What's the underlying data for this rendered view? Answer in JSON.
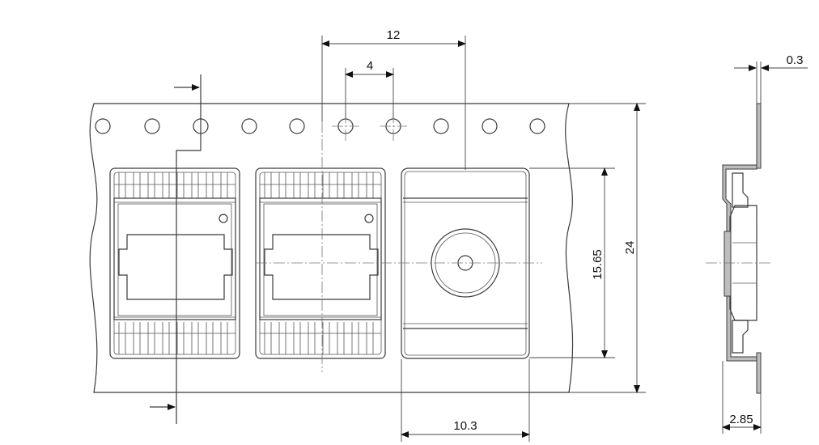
{
  "dimensions": {
    "pitch": "12",
    "hole_pitch": "4",
    "thickness": "0.3",
    "width": "24",
    "pocket_length": "15.65",
    "pocket_width": "10.3",
    "depth": "2.85"
  }
}
